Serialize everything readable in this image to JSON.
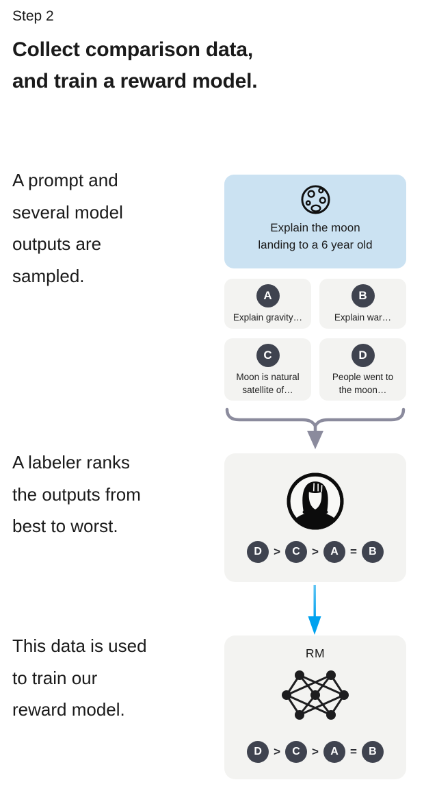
{
  "header": {
    "step_label": "Step 2",
    "title": "Collect comparison data,\nand train a reward model."
  },
  "left_captions": {
    "sampling": "A prompt and\nseveral model\noutputs are\nsampled.",
    "ranking": "A labeler ranks\nthe outputs from\nbest to worst.",
    "training": "This data is used\nto train our\nreward model."
  },
  "diagram": {
    "prompt_card": {
      "icon": "moon-icon",
      "text": "Explain the moon\nlanding to a 6 year old"
    },
    "outputs": [
      {
        "letter": "A",
        "caption": "Explain gravity…"
      },
      {
        "letter": "B",
        "caption": "Explain war…"
      },
      {
        "letter": "C",
        "caption": "Moon is natural\nsatellite of…"
      },
      {
        "letter": "D",
        "caption": "People went to\nthe moon…"
      }
    ],
    "labeler_card": {
      "icon": "labeler-avatar-icon"
    },
    "ranking": [
      "D",
      ">",
      "C",
      ">",
      "A",
      "=",
      "B"
    ],
    "rm_card": {
      "label": "RM",
      "icon": "neural-network-icon"
    },
    "colors": {
      "page_bg": "#ffffff",
      "text": "#1a1a1a",
      "blue_card_bg": "#cbe2f2",
      "gray_card_bg": "#f3f3f1",
      "chip_bg": "#3f434f",
      "chip_text": "#ffffff",
      "brace": "#8b8b9d",
      "arrow_blue": "#00a2ef",
      "icon_stroke": "#101010"
    }
  }
}
